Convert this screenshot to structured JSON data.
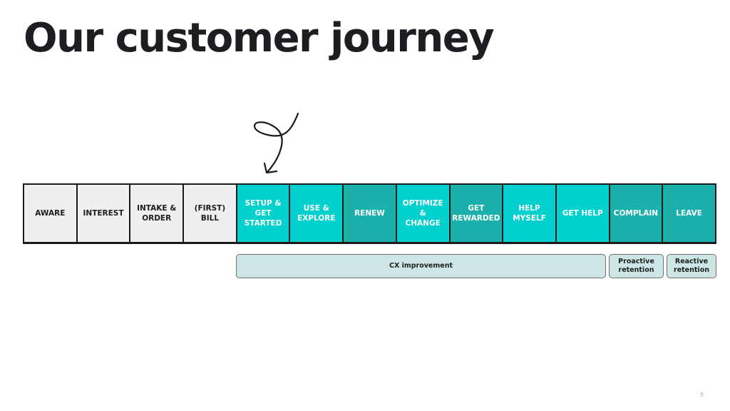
{
  "slide": {
    "title": "Our customer journey",
    "page_number": "8"
  },
  "journey": {
    "stages": [
      {
        "label": "AWARE",
        "style": "pre"
      },
      {
        "label": "INTEREST",
        "style": "pre"
      },
      {
        "label": "INTAKE &\nORDER",
        "style": "pre"
      },
      {
        "label": "(FIRST) BILL",
        "style": "pre"
      },
      {
        "label": "SETUP &\nGET\nSTARTED",
        "style": "bright"
      },
      {
        "label": "USE &\nEXPLORE",
        "style": "bright"
      },
      {
        "label": "RENEW",
        "style": "dark"
      },
      {
        "label": "OPTIMIZE &\nCHANGE",
        "style": "bright"
      },
      {
        "label": "GET\nREWARDED",
        "style": "dark"
      },
      {
        "label": "HELP\nMYSELF",
        "style": "bright"
      },
      {
        "label": "GET HELP",
        "style": "bright"
      },
      {
        "label": "COMPLAIN",
        "style": "dark"
      },
      {
        "label": "LEAVE",
        "style": "dark"
      }
    ],
    "colors": {
      "pre": "#efefef",
      "bright": "#00d1cf",
      "dark": "#1cb0ac",
      "bar": "#cde6e5"
    }
  },
  "groups": {
    "cx_improvement": "CX improvement",
    "proactive_retention": "Proactive\nretention",
    "reactive_retention": "Reactive\nretention"
  },
  "annotation": {
    "arrow_icon": "hand-drawn-curly-arrow-down"
  }
}
